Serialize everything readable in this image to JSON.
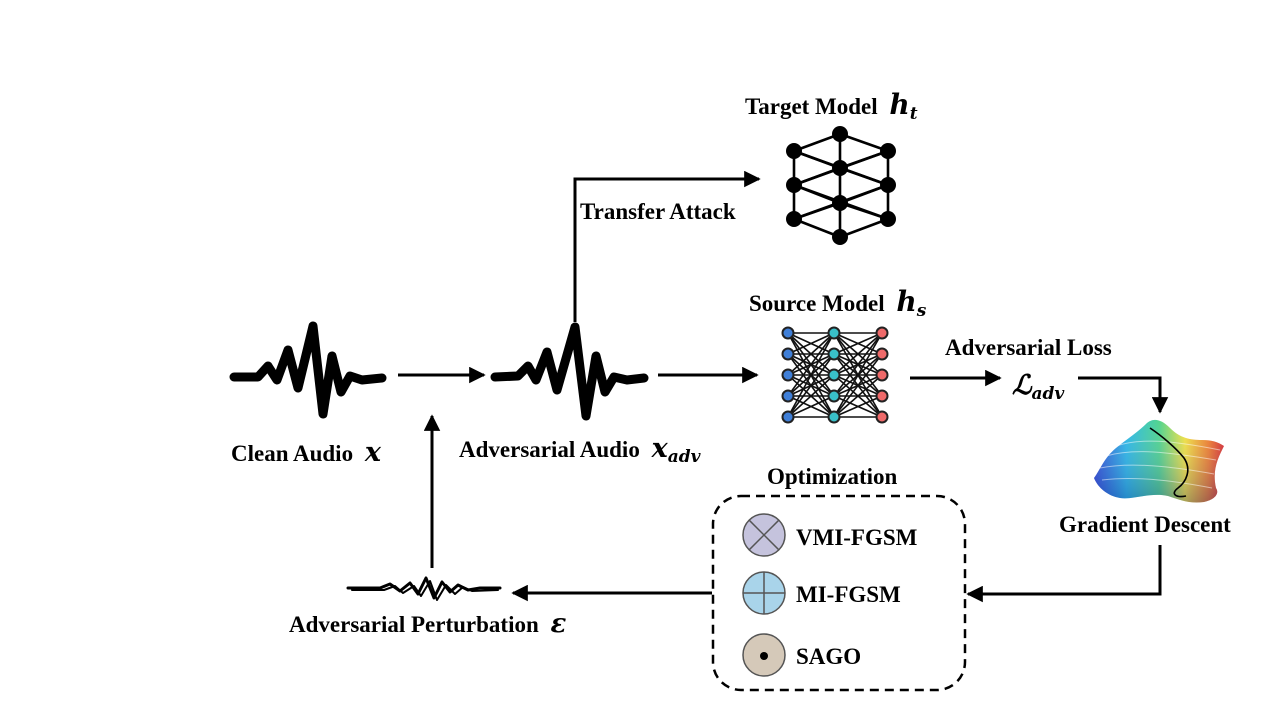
{
  "labels": {
    "clean_audio": "Clean Audio",
    "clean_audio_symbol": "x",
    "adversarial_audio": "Adversarial Audio",
    "adversarial_audio_symbol": "x",
    "adversarial_audio_subscript": "adv",
    "target_model": "Target Model",
    "target_model_symbol": "h",
    "target_model_subscript": "t",
    "transfer_attack": "Transfer Attack",
    "source_model": "Source Model",
    "source_model_symbol": "h",
    "source_model_subscript": "s",
    "adversarial_loss": "Adversarial Loss",
    "loss_symbol": "ℒ",
    "loss_subscript": "adv",
    "gradient_descent": "Gradient Descent",
    "optimization": "Optimization",
    "perturbation": "Adversarial Perturbation",
    "perturbation_symbol": "ε"
  },
  "optimizers": [
    {
      "name": "VMI-FGSM",
      "icon": "circle-cross-icon",
      "fill": "#c5c3dd"
    },
    {
      "name": "MI-FGSM",
      "icon": "circle-plus-icon",
      "fill": "#a9d4ea"
    },
    {
      "name": "SAGO",
      "icon": "circle-dot-icon",
      "fill": "#d5c9b9"
    }
  ],
  "colors": {
    "source_input_nodes": "#3f7fd8",
    "source_hidden_nodes": "#39c0c9",
    "source_output_nodes": "#ef6a6a"
  }
}
